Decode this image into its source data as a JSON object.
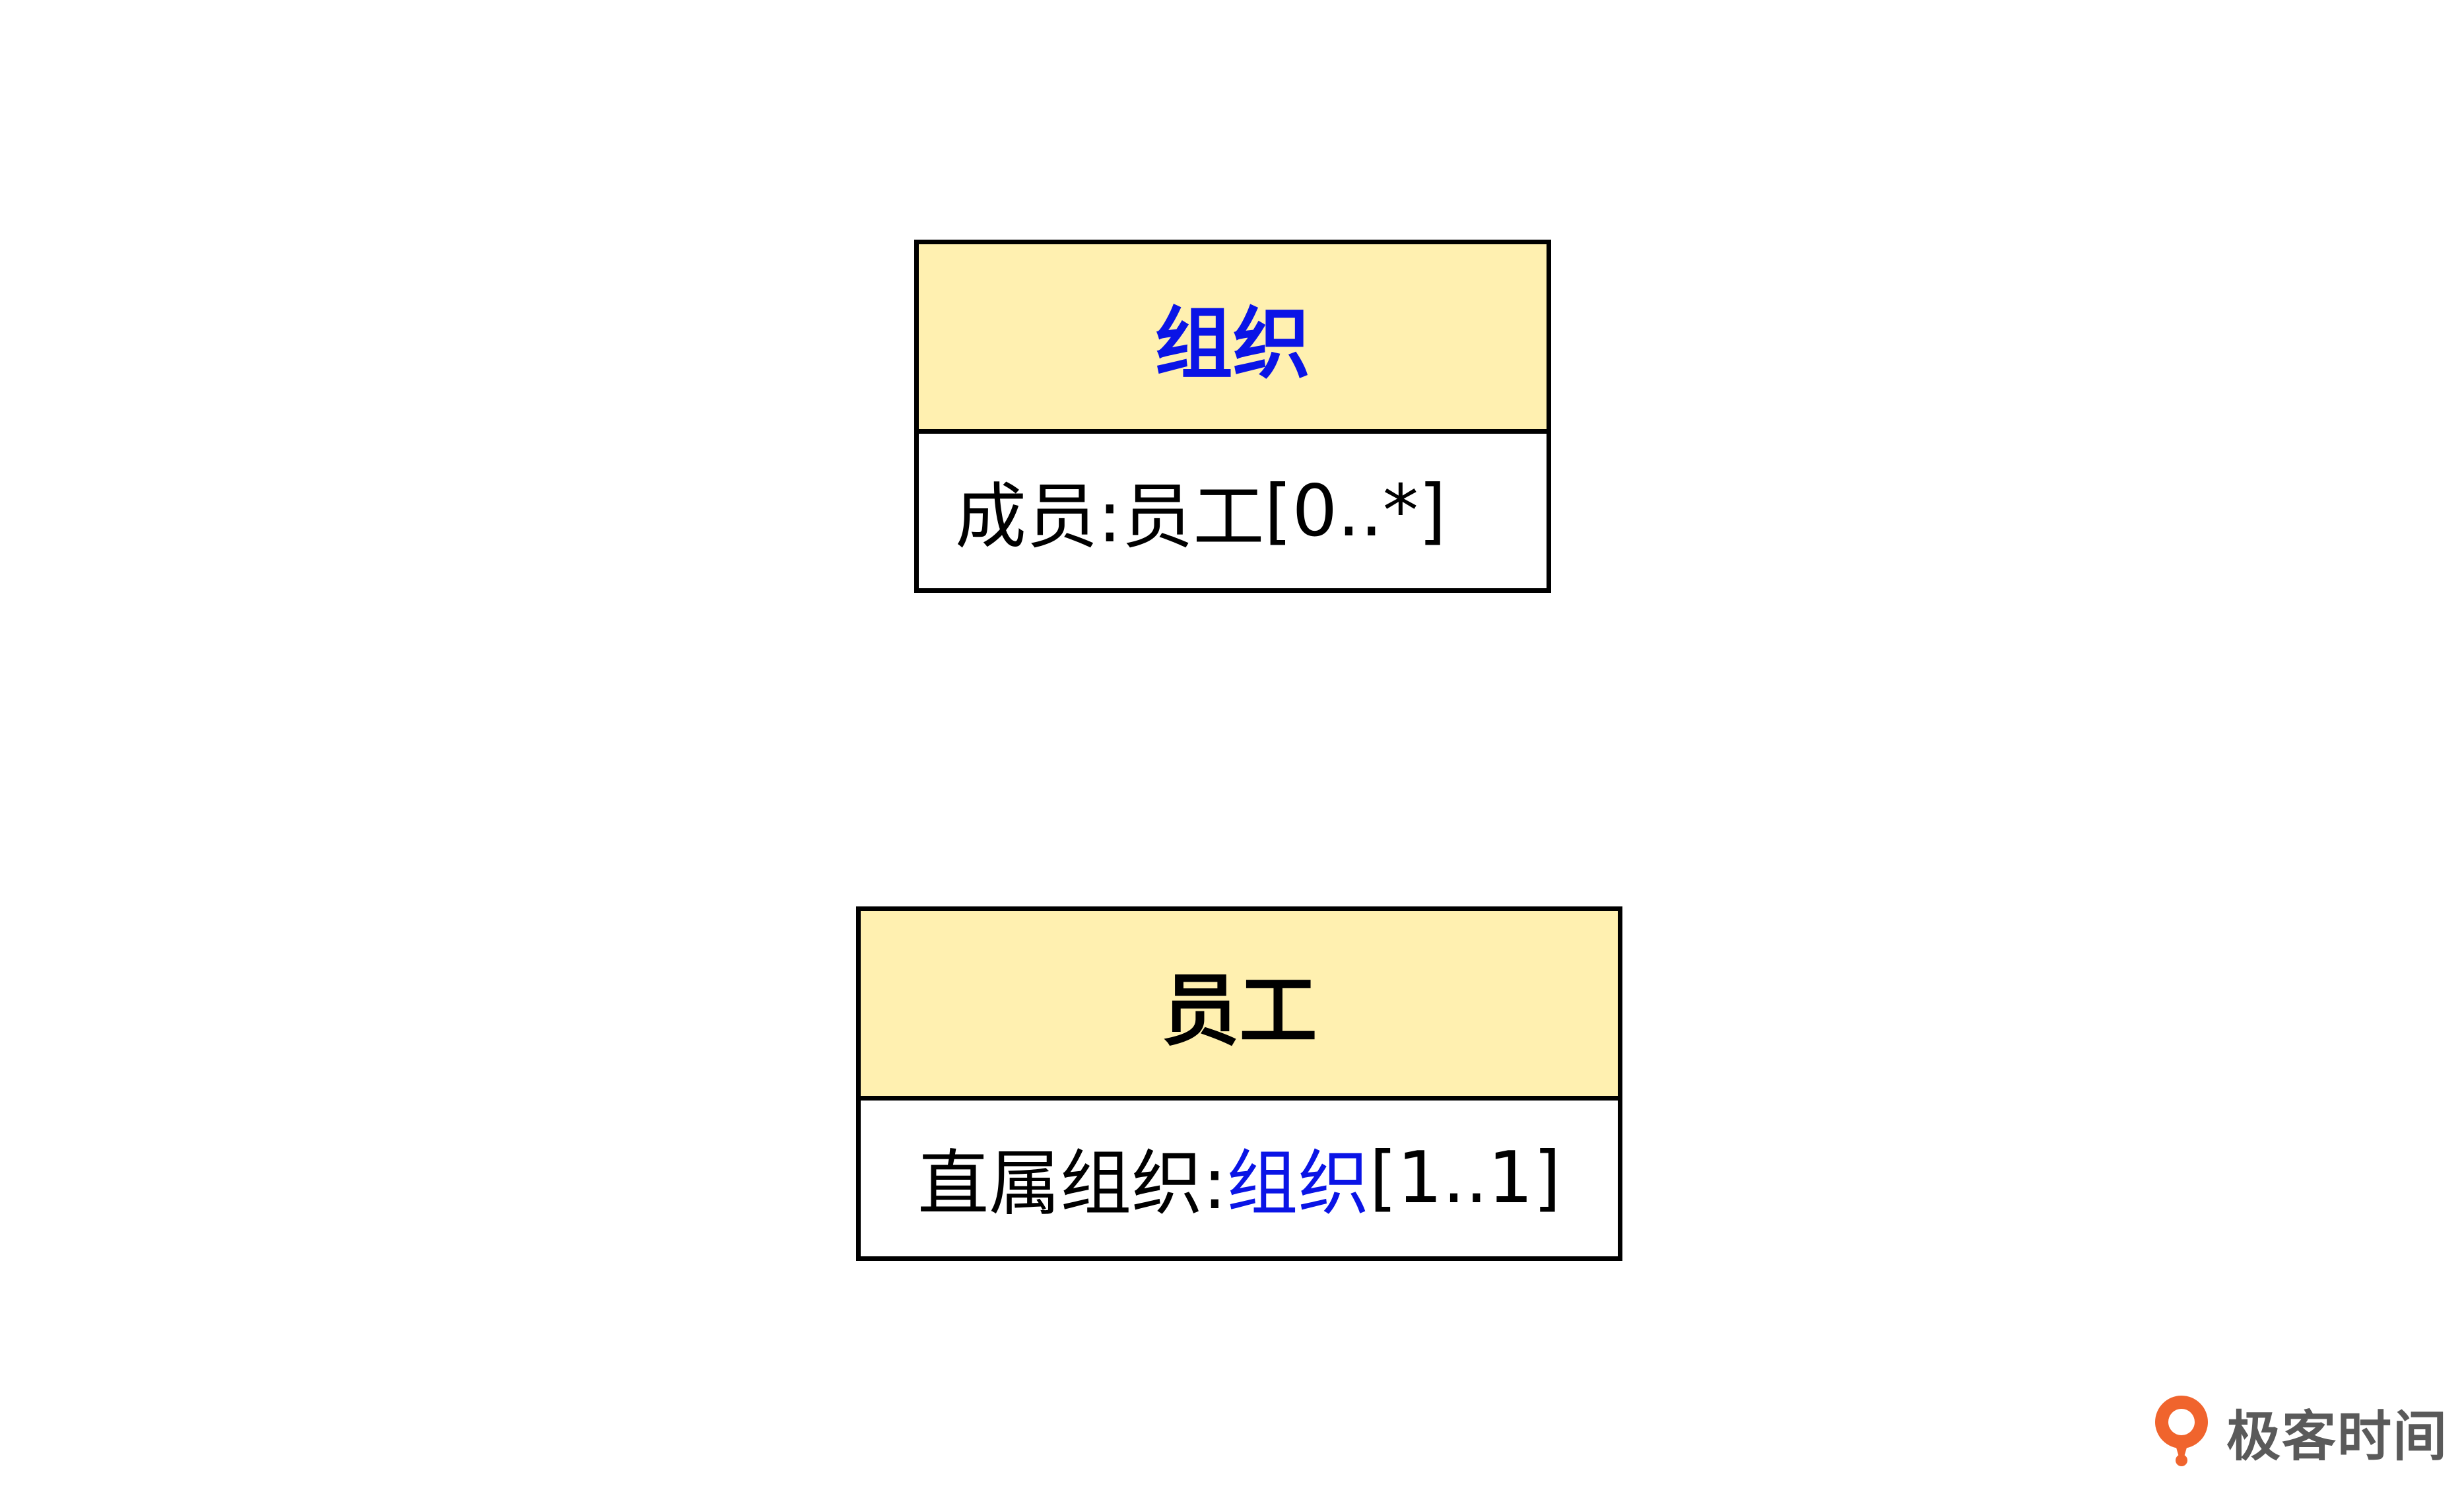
{
  "diagram": {
    "classes": [
      {
        "name": "组织",
        "attribute": {
          "name": "成员: ",
          "type": "员工",
          "multiplicity": "[0..*]"
        }
      },
      {
        "name": "员工",
        "attribute": {
          "name": "直属组织: ",
          "type": "组织",
          "multiplicity": "[1..1]"
        }
      }
    ]
  },
  "brand": {
    "name": "极客时间"
  },
  "colors": {
    "header_fill": "#fff0b0",
    "link_text": "#0a14e6",
    "border": "#000000",
    "logo_orange": "#f0642d",
    "logo_text": "#5a5a5a"
  }
}
